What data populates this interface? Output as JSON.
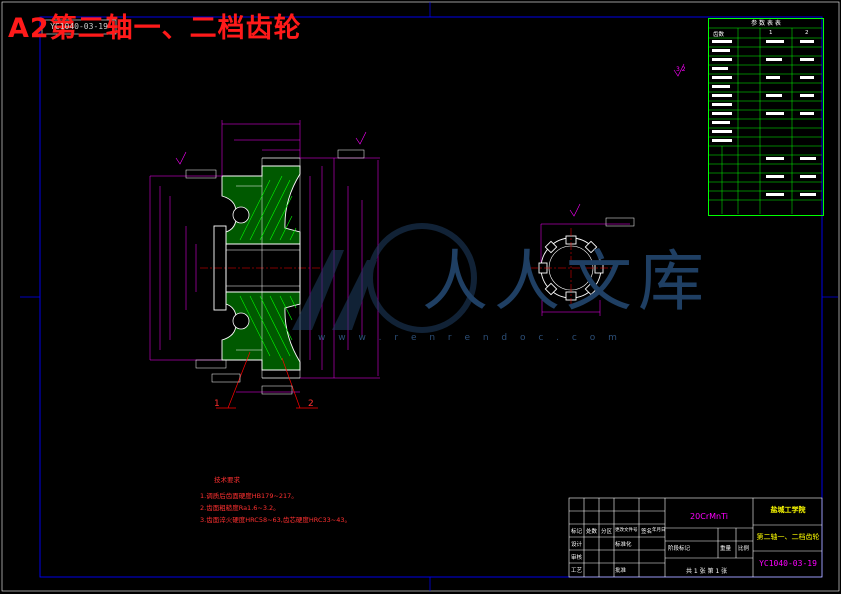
{
  "title": {
    "heading": "A2第二轴一、二档齿轮",
    "code": "YC1040-03-19"
  },
  "drawing": {
    "stroke_colors": {
      "frame": "#0000ff",
      "outline": "#ffffff",
      "hatch": "#00ff00",
      "dimension": "#ff00ff",
      "leader": "#ff0000",
      "table": "#00ff00",
      "center_line": "#ff0000"
    },
    "part_labels": [
      "1",
      "2"
    ],
    "roughness_default": "3.2"
  },
  "tech_requirements": {
    "title": "技术要求",
    "items": [
      "1.调质后齿面硬度HB179~217。",
      "2.齿面粗糙度Ra1.6~3.2。",
      "3.齿面淬火硬度HRC58~63,齿芯硬度HRC33~43。"
    ]
  },
  "param_table": {
    "title": "参 数 表 表",
    "header": [
      "齿数",
      "1",
      "2"
    ]
  },
  "title_block": {
    "material": "20CrMnTi",
    "organization": "盐城工学院",
    "part_name": "第二轴一、二档齿轮",
    "drawing_no": "YC1040-03-19",
    "sheet": "共 1 张 第 1 张",
    "cells": [
      "标记",
      "处数",
      "分区",
      "更改文件号",
      "签名",
      "年月日",
      "设计",
      "标准化",
      "阶段标记",
      "重量",
      "比例",
      "审核",
      "工艺",
      "批准"
    ]
  },
  "watermark": {
    "text": "人人文库",
    "url": "w w w . r e n r e n d o c . c o m"
  }
}
